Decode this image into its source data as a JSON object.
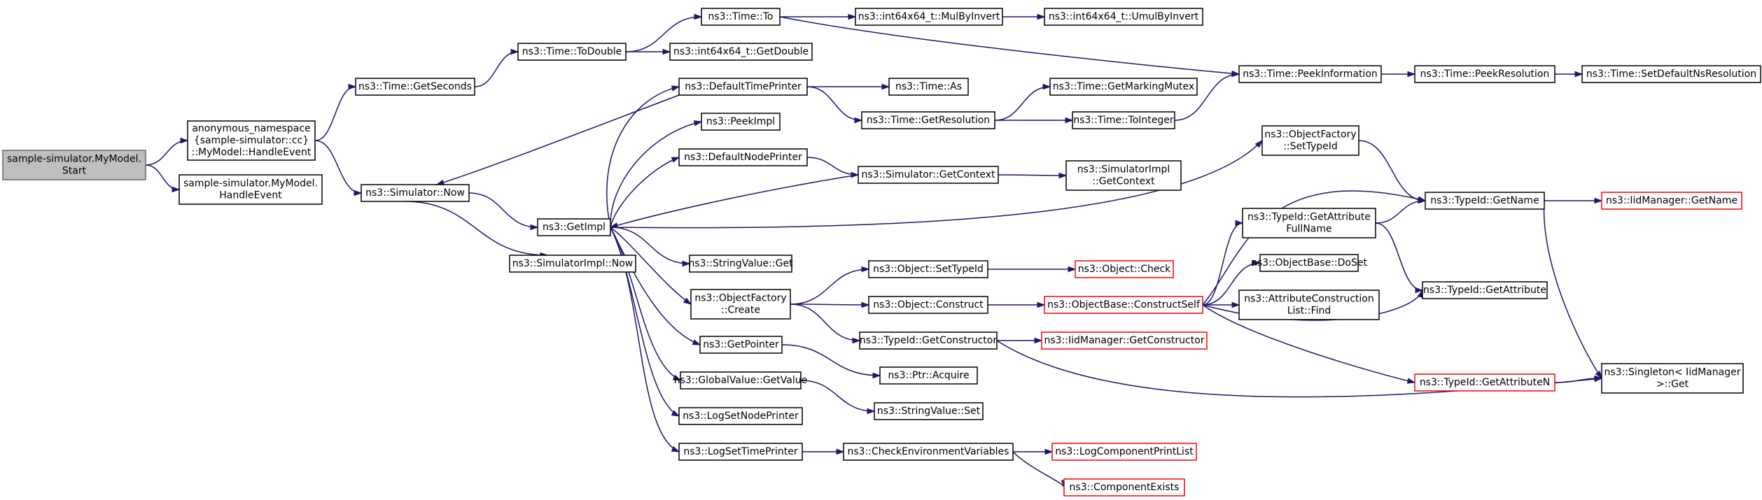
{
  "graph": {
    "colors": {
      "edge": "#191970",
      "root_fill": "#bfbfbf",
      "node_border": "#000000",
      "truncated_border": "#ff0000"
    },
    "nodes": [
      {
        "id": "start",
        "lines": [
          "sample-simulator.MyModel.",
          "Start"
        ],
        "root": true
      },
      {
        "id": "anon_handle",
        "lines": [
          "anonymous_namespace",
          "{sample-simulator::cc}",
          "::MyModel::HandleEvent"
        ]
      },
      {
        "id": "mymodel_handle",
        "lines": [
          "sample-simulator.MyModel.",
          "HandleEvent"
        ]
      },
      {
        "id": "getseconds",
        "lines": [
          "ns3::Time::GetSeconds"
        ]
      },
      {
        "id": "sim_now",
        "lines": [
          "ns3::Simulator::Now"
        ]
      },
      {
        "id": "todouble",
        "lines": [
          "ns3::Time::ToDouble"
        ]
      },
      {
        "id": "getimpl",
        "lines": [
          "ns3::GetImpl"
        ]
      },
      {
        "id": "simimpl_now",
        "lines": [
          "ns3::SimulatorImpl::Now"
        ]
      },
      {
        "id": "time_to",
        "lines": [
          "ns3::Time::To"
        ]
      },
      {
        "id": "int_getdouble",
        "lines": [
          "ns3::int64x64_t::GetDouble"
        ]
      },
      {
        "id": "deftimeprinter",
        "lines": [
          "ns3::DefaultTimePrinter"
        ]
      },
      {
        "id": "peekimpl",
        "lines": [
          "ns3::PeekImpl"
        ]
      },
      {
        "id": "defnodeprinter",
        "lines": [
          "ns3::DefaultNodePrinter"
        ]
      },
      {
        "id": "stringvalue_get",
        "lines": [
          "ns3::StringValue::Get"
        ]
      },
      {
        "id": "objfactory_create",
        "lines": [
          "ns3::ObjectFactory",
          "::Create"
        ]
      },
      {
        "id": "getpointer",
        "lines": [
          "ns3::GetPointer"
        ]
      },
      {
        "id": "globalvalue_getvalue",
        "lines": [
          "ns3::GlobalValue::GetValue"
        ]
      },
      {
        "id": "logsetnodeprinter",
        "lines": [
          "ns3::LogSetNodePrinter"
        ]
      },
      {
        "id": "logsettimeprinter",
        "lines": [
          "ns3::LogSetTimePrinter"
        ]
      },
      {
        "id": "mulbyinvert",
        "lines": [
          "ns3::int64x64_t::MulByInvert"
        ]
      },
      {
        "id": "time_as",
        "lines": [
          "ns3::Time::As"
        ]
      },
      {
        "id": "getresolution",
        "lines": [
          "ns3::Time::GetResolution"
        ]
      },
      {
        "id": "sim_getcontext",
        "lines": [
          "ns3::Simulator::GetContext"
        ]
      },
      {
        "id": "obj_settypeid",
        "lines": [
          "ns3::Object::SetTypeId"
        ]
      },
      {
        "id": "obj_construct",
        "lines": [
          "ns3::Object::Construct"
        ]
      },
      {
        "id": "typeid_getconstructor",
        "lines": [
          "ns3::TypeId::GetConstructor"
        ]
      },
      {
        "id": "ptr_acquire",
        "lines": [
          "ns3::Ptr::Acquire"
        ]
      },
      {
        "id": "stringvalue_set",
        "lines": [
          "ns3::StringValue::Set"
        ]
      },
      {
        "id": "checkenv",
        "lines": [
          "ns3::CheckEnvironmentVariables"
        ]
      },
      {
        "id": "umulbyinvert",
        "lines": [
          "ns3::int64x64_t::UmulByInvert"
        ]
      },
      {
        "id": "getmarkingmutex",
        "lines": [
          "ns3::Time::GetMarkingMutex"
        ]
      },
      {
        "id": "tointeger",
        "lines": [
          "ns3::Time::ToInteger"
        ]
      },
      {
        "id": "simimpl_getcontext",
        "lines": [
          "ns3::SimulatorImpl",
          "::GetContext"
        ]
      },
      {
        "id": "obj_check",
        "lines": [
          "ns3::Object::Check"
        ],
        "red": true
      },
      {
        "id": "constructself",
        "lines": [
          "ns3::ObjectBase::ConstructSelf"
        ],
        "red": true
      },
      {
        "id": "iid_getconstructor",
        "lines": [
          "ns3::IidManager::GetConstructor"
        ],
        "red": true
      },
      {
        "id": "logcomponentprintlist",
        "lines": [
          "ns3::LogComponentPrintList"
        ],
        "red": true
      },
      {
        "id": "componentexists",
        "lines": [
          "ns3::ComponentExists"
        ],
        "red": true
      },
      {
        "id": "peekinformation",
        "lines": [
          "ns3::Time::PeekInformation"
        ]
      },
      {
        "id": "objfactory_settypeid",
        "lines": [
          "ns3::ObjectFactory",
          "::SetTypeId"
        ]
      },
      {
        "id": "getattributefullname",
        "lines": [
          "ns3::TypeId::GetAttribute",
          "FullName"
        ]
      },
      {
        "id": "objbase_doset",
        "lines": [
          "ns3::ObjectBase::DoSet"
        ]
      },
      {
        "id": "attrconstructionlist_find",
        "lines": [
          "ns3::AttributeConstruction",
          "List::Find"
        ]
      },
      {
        "id": "getattributen",
        "lines": [
          "ns3::TypeId::GetAttributeN"
        ],
        "red": true
      },
      {
        "id": "peekresolution",
        "lines": [
          "ns3::Time::PeekResolution"
        ]
      },
      {
        "id": "typeid_getname",
        "lines": [
          "ns3::TypeId::GetName"
        ]
      },
      {
        "id": "typeid_getattribute",
        "lines": [
          "ns3::TypeId::GetAttribute"
        ]
      },
      {
        "id": "setdefaultnsresolution",
        "lines": [
          "ns3::Time::SetDefaultNsResolution"
        ]
      },
      {
        "id": "iid_getname",
        "lines": [
          "ns3::IidManager::GetName"
        ],
        "red": true
      },
      {
        "id": "singleton_get",
        "lines": [
          "ns3::Singleton< IidManager",
          ">::Get"
        ]
      }
    ],
    "edges": [
      [
        "start",
        "anon_handle"
      ],
      [
        "start",
        "mymodel_handle"
      ],
      [
        "anon_handle",
        "getseconds"
      ],
      [
        "anon_handle",
        "sim_now"
      ],
      [
        "getseconds",
        "todouble"
      ],
      [
        "todouble",
        "time_to"
      ],
      [
        "todouble",
        "int_getdouble"
      ],
      [
        "time_to",
        "mulbyinvert"
      ],
      [
        "time_to",
        "peekinformation"
      ],
      [
        "mulbyinvert",
        "umulbyinvert"
      ],
      [
        "sim_now",
        "getimpl"
      ],
      [
        "sim_now",
        "simimpl_now"
      ],
      [
        "deftimeprinter",
        "sim_now"
      ],
      [
        "deftimeprinter",
        "time_as"
      ],
      [
        "deftimeprinter",
        "getresolution"
      ],
      [
        "getresolution",
        "getmarkingmutex"
      ],
      [
        "getresolution",
        "tointeger"
      ],
      [
        "tointeger",
        "peekinformation"
      ],
      [
        "peekinformation",
        "peekresolution"
      ],
      [
        "peekresolution",
        "setdefaultnsresolution"
      ],
      [
        "getimpl",
        "deftimeprinter"
      ],
      [
        "getimpl",
        "peekimpl"
      ],
      [
        "getimpl",
        "defnodeprinter"
      ],
      [
        "getimpl",
        "objfactory_settypeid"
      ],
      [
        "getimpl",
        "stringvalue_get"
      ],
      [
        "getimpl",
        "objfactory_create"
      ],
      [
        "getimpl",
        "getpointer"
      ],
      [
        "getimpl",
        "globalvalue_getvalue"
      ],
      [
        "getimpl",
        "logsetnodeprinter"
      ],
      [
        "getimpl",
        "logsettimeprinter"
      ],
      [
        "defnodeprinter",
        "sim_getcontext"
      ],
      [
        "sim_getcontext",
        "getimpl"
      ],
      [
        "sim_getcontext",
        "simimpl_getcontext"
      ],
      [
        "objfactory_settypeid",
        "typeid_getname"
      ],
      [
        "objfactory_create",
        "obj_settypeid"
      ],
      [
        "objfactory_create",
        "obj_construct"
      ],
      [
        "objfactory_create",
        "typeid_getconstructor"
      ],
      [
        "obj_settypeid",
        "obj_check"
      ],
      [
        "obj_construct",
        "constructself"
      ],
      [
        "typeid_getconstructor",
        "iid_getconstructor"
      ],
      [
        "typeid_getconstructor",
        "singleton_get"
      ],
      [
        "constructself",
        "typeid_getname"
      ],
      [
        "constructself",
        "getattributefullname"
      ],
      [
        "constructself",
        "objbase_doset"
      ],
      [
        "constructself",
        "attrconstructionlist_find"
      ],
      [
        "constructself",
        "typeid_getattribute"
      ],
      [
        "constructself",
        "getattributen"
      ],
      [
        "getattributefullname",
        "typeid_getname"
      ],
      [
        "getattributefullname",
        "typeid_getattribute"
      ],
      [
        "typeid_getname",
        "iid_getname"
      ],
      [
        "typeid_getname",
        "singleton_get"
      ],
      [
        "getattributen",
        "singleton_get"
      ],
      [
        "getpointer",
        "ptr_acquire"
      ],
      [
        "globalvalue_getvalue",
        "stringvalue_set"
      ],
      [
        "logsettimeprinter",
        "checkenv"
      ],
      [
        "checkenv",
        "logcomponentprintlist"
      ],
      [
        "checkenv",
        "componentexists"
      ]
    ]
  }
}
